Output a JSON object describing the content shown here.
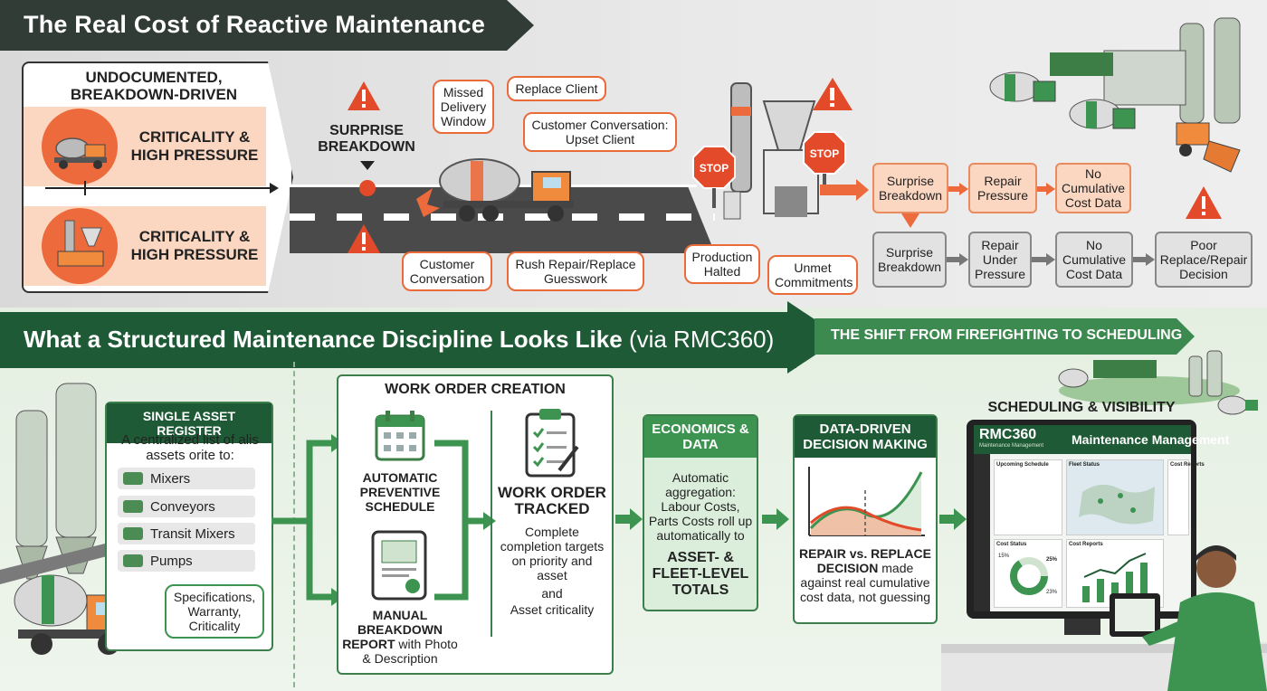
{
  "top": {
    "title": "The Real Cost of Reactive Maintenance",
    "undocumented_title": "UNDOCUMENTED, BREAKDOWN-DRIVEN",
    "criticality_1": "CRITICALITY & HIGH PRESSURE",
    "criticality_2": "CRITICALITY & HIGH PRESSURE",
    "surprise_breakdown": "SURPRISE BREAKDOWN",
    "bubbles": {
      "missed_delivery": "Missed Delivery Window",
      "replace_client": "Replace Client",
      "customer_upset": "Customer Conversation: Upset Client",
      "customer_conversation": "Customer Conversation",
      "rush_repair": "Rush Repair/Replace Guesswork",
      "production_halted": "Production Halted",
      "unmet_commitments": "Unmet Commitments"
    },
    "stop_1": "STOP",
    "stop_2": "STOP",
    "flow_orange": [
      "Surprise Breakdown",
      "Repair Pressure",
      "No Cumulative Cost Data"
    ],
    "flow_gray": [
      "Surprise Breakdown",
      "Repair Under Pressure",
      "No Cumulative Cost Data",
      "Poor Replace/Repair Decision"
    ]
  },
  "bottom": {
    "title": "What a Structured Maintenance Discipline Looks Like",
    "title_suffix": "(via RMC360)",
    "shift": "THE SHIFT FROM FIREFIGHTING TO SCHEDULING",
    "asset_register": {
      "header": "SINGLE ASSET REGISTER",
      "intro": "A centralized list of alis assets orite to:",
      "items": [
        "Mixers",
        "Conveyors",
        "Transit Mixers",
        "Pumps"
      ],
      "specs": "Specifications, Warranty, Criticality"
    },
    "work_order": {
      "header": "WORK ORDER CREATION",
      "automatic": "AUTOMATIC PREVENTIVE SCHEDULE",
      "manual": "MANUAL BREAKDOWN REPORT",
      "manual_suffix": "with Photo & Description",
      "tracked": "WORK ORDER TRACKED",
      "tracked_desc": "Complete completion targets on priority and asset",
      "tracked_and": "and",
      "tracked_crit": "Asset criticality"
    },
    "economics": {
      "header": "ECONOMICS & DATA",
      "desc": "Automatic aggregation: Labour Costs, Parts Costs roll up automatically to",
      "totals": "ASSET- & FLEET-LEVEL TOTALS"
    },
    "decision": {
      "header": "DATA-DRIVEN DECISION MAKING",
      "bold": "REPAIR vs. REPLACE DECISION",
      "rest": "made against real cumulative cost data, not guessing"
    },
    "scheduling": {
      "header": "SCHEDULING & VISIBILITY",
      "brand": "RMC360",
      "brand_sub": "Maintenance Management",
      "app_title": "Maintenance Management",
      "cards": [
        "Upcoming Schedule",
        "Fleet Status",
        "Cost Reports",
        "Cost Status",
        "Cost Reports"
      ],
      "pct_a": "15%",
      "pct_b": "25%",
      "pct_c": "23%"
    }
  },
  "colors": {
    "dark_banner": "#323c37",
    "green_banner": "#1f5a36",
    "accent_orange": "#ec6a3b",
    "accent_green": "#3d9450"
  }
}
